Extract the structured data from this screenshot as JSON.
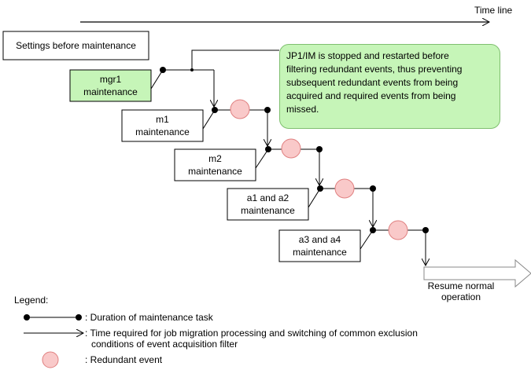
{
  "timeline_label": "Time line",
  "settings_label": "Settings before maintenance",
  "steps": [
    {
      "line1": "mgr1",
      "line2": "maintenance"
    },
    {
      "line1": "m1",
      "line2": "maintenance"
    },
    {
      "line1": "m2",
      "line2": "maintenance"
    },
    {
      "line1": "a1 and a2",
      "line2": "maintenance"
    },
    {
      "line1": "a3 and a4",
      "line2": "maintenance"
    }
  ],
  "callout_lines": [
    "JP1/IM is stopped and restarted before",
    "filtering redundant events, thus preventing",
    "subsequent redundant events from being",
    "acquired and required events from being",
    "missed."
  ],
  "resume_line1": "Resume normal",
  "resume_line2": "operation",
  "legend": {
    "title": "Legend:",
    "duration": ": Duration of maintenance task",
    "migration_line1": ": Time required for job migration processing and switching of common exclusion",
    "migration_line2": "conditions of event acquisition filter",
    "redundant": ": Redundant event"
  },
  "colors": {
    "green_fill": "#c6f5b8",
    "redundant_fill": "#f9c9c9",
    "redundant_stroke": "#e08080"
  }
}
